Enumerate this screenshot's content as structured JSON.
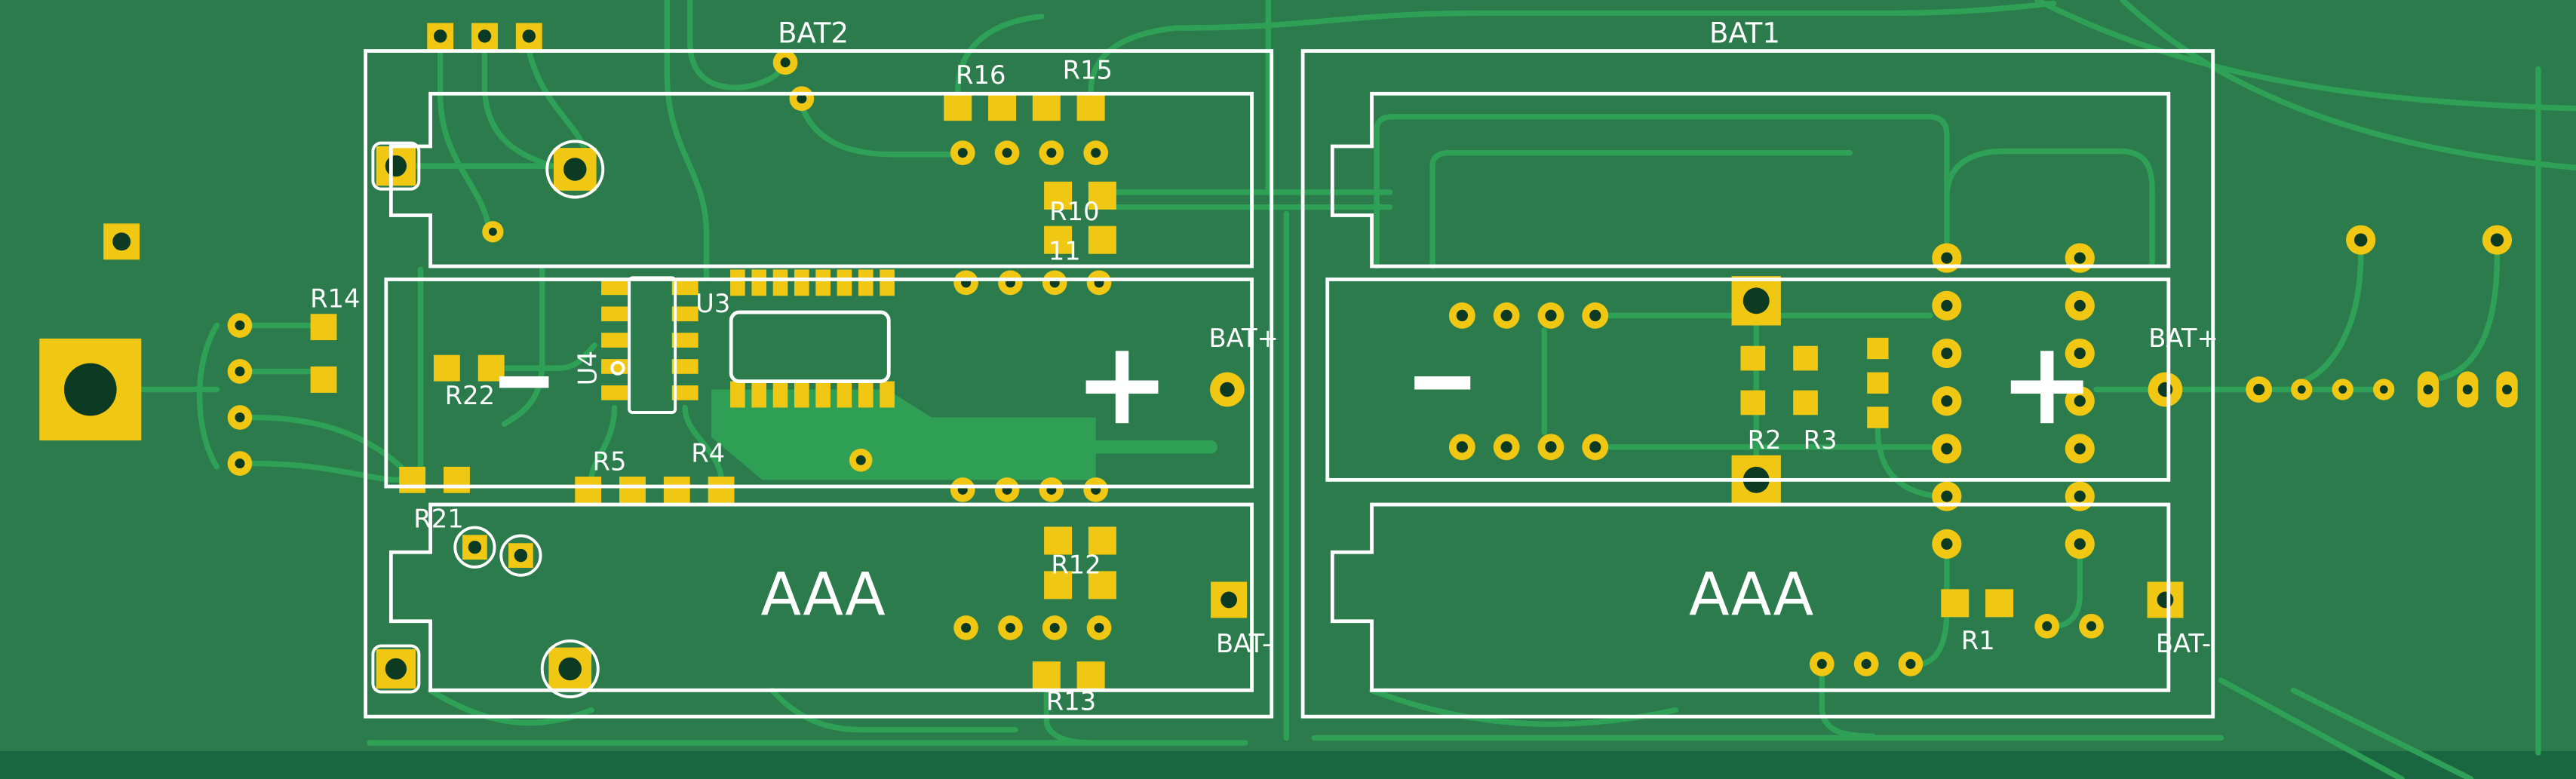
{
  "colors": {
    "background": "#2b7b4d",
    "background_bottom": "#1a6640",
    "trace": "#2fa156",
    "silk": "#ffffff",
    "pad": "#f0c814",
    "hole": "#0d3a22"
  },
  "labels": {
    "bat2": "BAT2",
    "bat1": "BAT1",
    "r16": "R16",
    "r15": "R15",
    "r10": "R10",
    "r11": "11",
    "r14": "R14",
    "r22": "R22",
    "u4": "U4",
    "u3": "U3",
    "r5": "R5",
    "r4": "R4",
    "r21": "R21",
    "r12": "R12",
    "r13": "R13",
    "r2": "R2",
    "r3": "R3",
    "r1": "R1",
    "bat_plus_left": "BAT+",
    "bat_minus_left": "BAT-",
    "bat_plus_right": "BAT+",
    "bat_minus_right": "BAT-",
    "aaa_left": "AAA",
    "aaa_right": "AAA"
  }
}
